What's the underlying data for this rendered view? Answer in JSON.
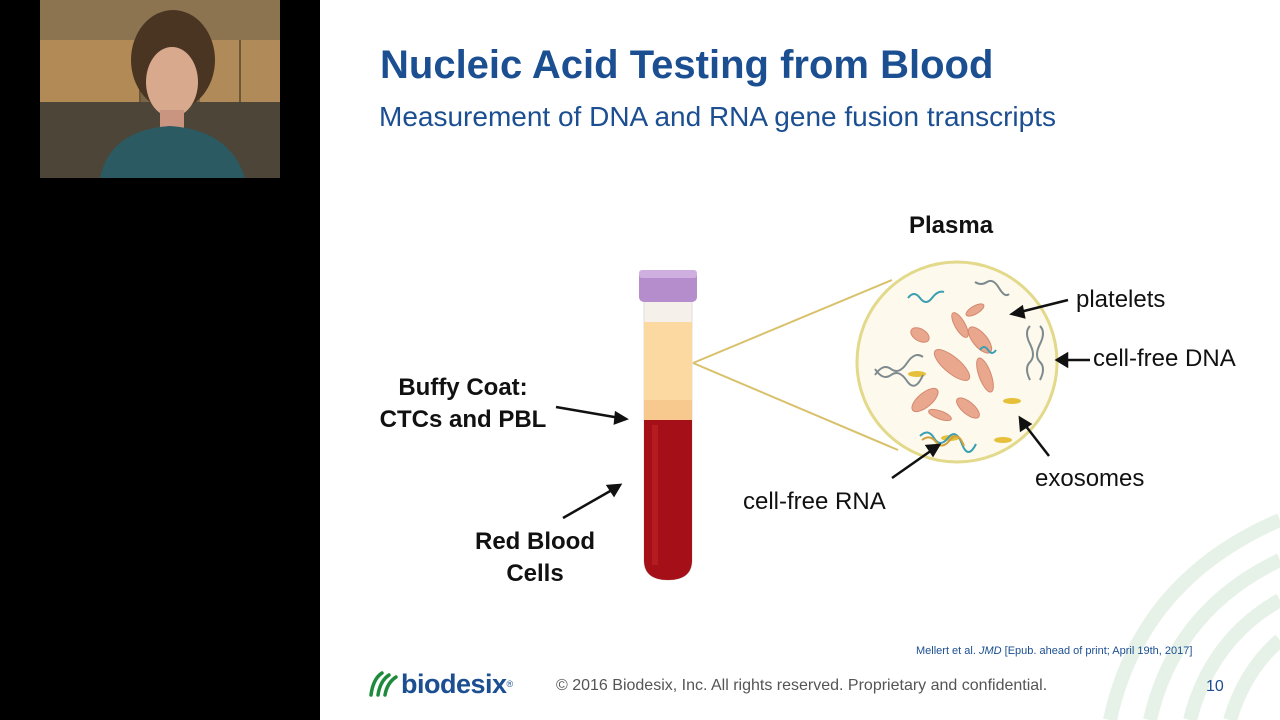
{
  "slide": {
    "title": "Nucleic Acid Testing from Blood",
    "subtitle": "Measurement of DNA and RNA gene fusion transcripts",
    "diagram": {
      "plasma_label": "Plasma",
      "buffy_coat_line1": "Buffy Coat:",
      "buffy_coat_line2": "CTCs and PBL",
      "red_blood_line1": "Red Blood",
      "red_blood_line2": "Cells",
      "platelets": "platelets",
      "cell_free_dna": "cell-free DNA",
      "exosomes": "exosomes",
      "cell_free_rna": "cell-free RNA"
    },
    "citation_prefix": "Mellert et al. ",
    "citation_journal": "JMD",
    "citation_rest": " [Epub. ahead of print; April 19th, 2017]",
    "footer": "© 2016 Biodesix, Inc. All rights reserved. Proprietary and confidential.",
    "page_number": "10",
    "logo_text": "biodesix",
    "logo_tm": "®"
  },
  "colors": {
    "title_blue": "#1b4f91",
    "tube_cap": "#b58ccc",
    "plasma": "#fcd9a0",
    "blood": "#a50f17",
    "lens_line": "#d9c06a",
    "logo_green": "#1e8a3c"
  },
  "icons": [
    "webcam-feed",
    "test-tube",
    "magnified-plasma-circle",
    "arrow",
    "biodesix-logo-icon"
  ]
}
